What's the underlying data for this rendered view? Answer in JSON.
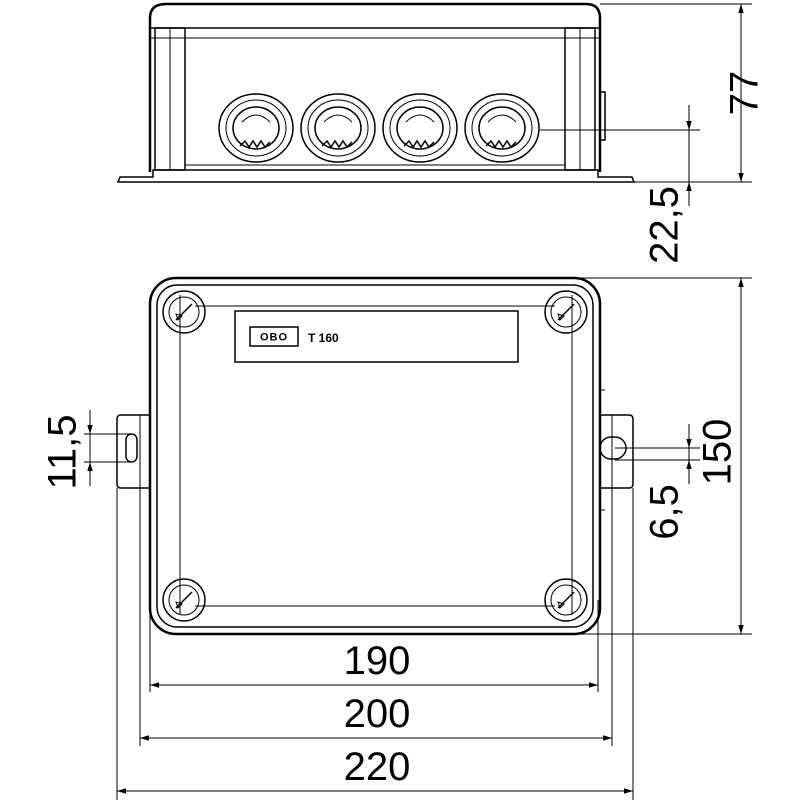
{
  "product": {
    "brand": "OBO",
    "model": "T 160"
  },
  "dimensions": {
    "height": "77",
    "lid_offset": "22,5",
    "hole_width": "11,5",
    "hole_height": "6,5",
    "depth": "150",
    "inner_width": "190",
    "body_width": "200",
    "overall_width": "220"
  },
  "side_view": {
    "cable_entries": 4
  }
}
